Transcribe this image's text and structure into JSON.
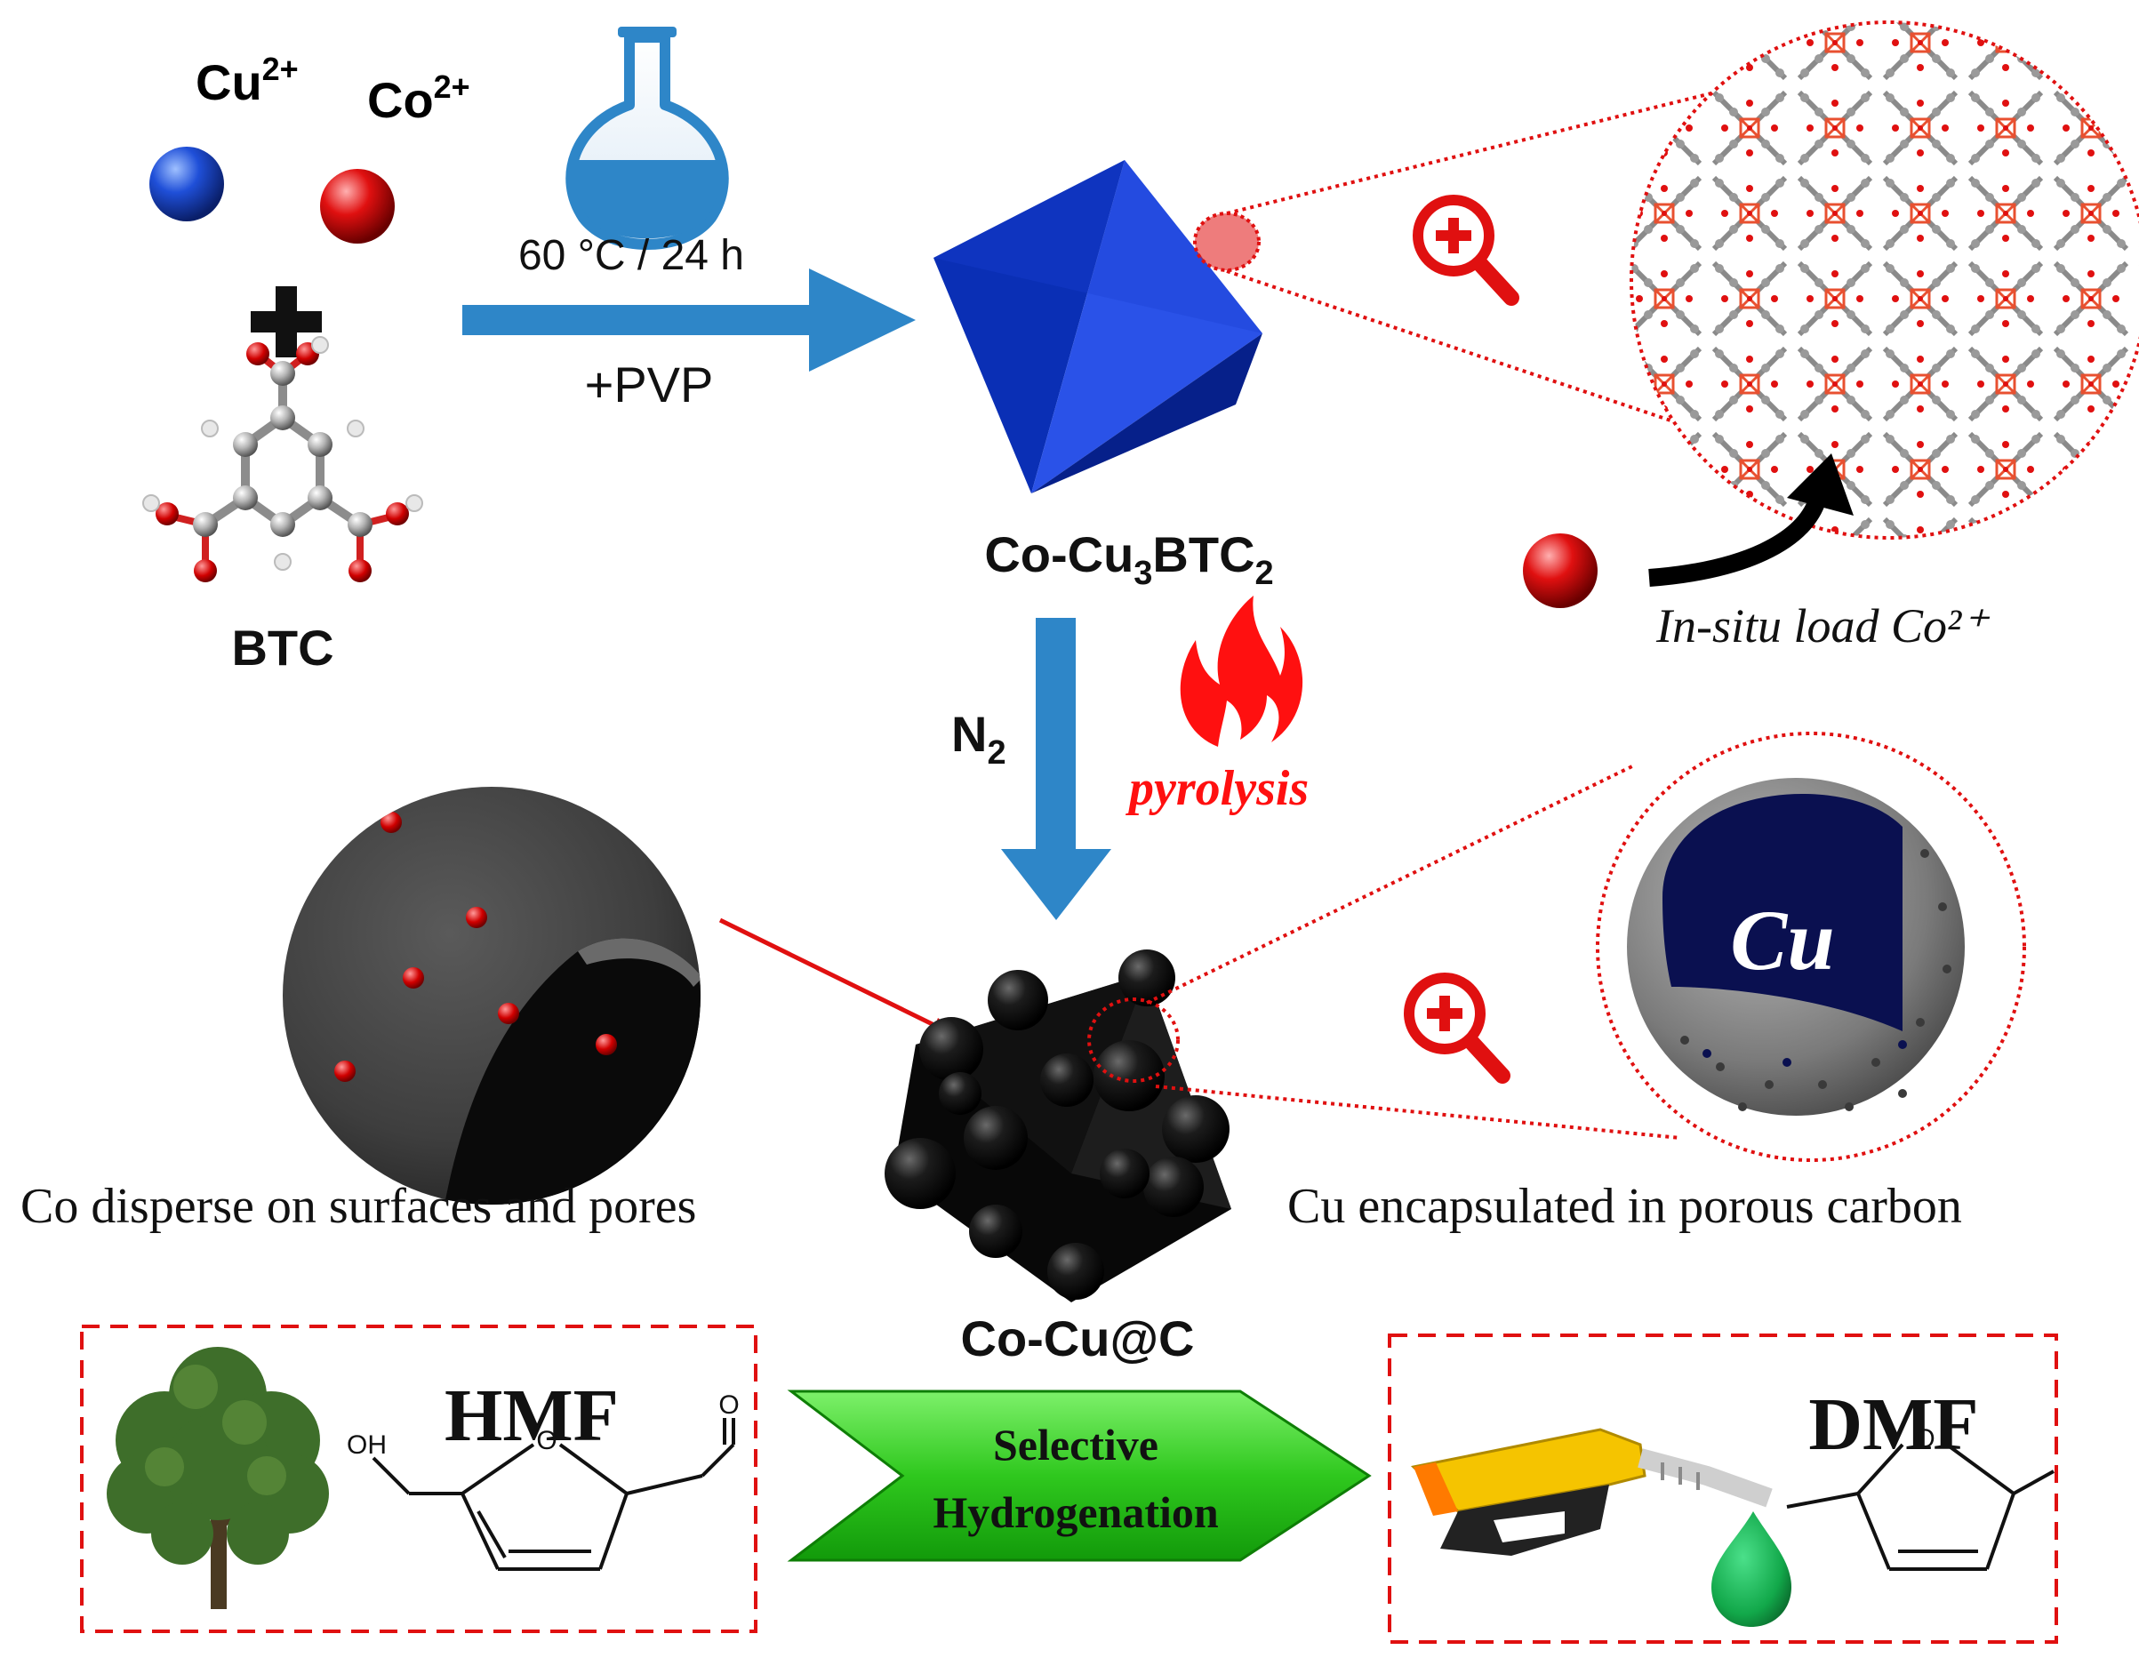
{
  "labels": {
    "cu_ion": "Cu²⁺",
    "co_ion": "Co²⁺",
    "linker": "BTC",
    "condition": "60 °C / 24 h",
    "additive": "+PVP",
    "mof_name": {
      "base": "Co-Cu",
      "sub1": "3",
      "mid": "BTC",
      "sub2": "2"
    },
    "atmosphere": {
      "base": "N",
      "sub": "2"
    },
    "treatment": "pyrolysis",
    "in_situ": "In-situ load Co²⁺",
    "product": "Co-Cu@C",
    "co_caption": "Co disperse on surfaces and pores",
    "cu_caption": "Cu encapsulated in porous carbon",
    "cu_core": "Cu",
    "reactant": "HMF",
    "product_fuel": "DMF",
    "reaction_line1": "Selective",
    "reaction_line2": "Hydrogenation",
    "oh_group": "OH",
    "o_atom_hmf": "O",
    "o_atom_ring": "O",
    "o_atom_dmf": "O"
  },
  "colors": {
    "cu_ion": "#1f4fd8",
    "co_ion": "#e01010",
    "arrow_blue": "#2e86c8",
    "octahedron": "#0a2fb5",
    "annotation_red": "#e01010",
    "reaction_arrow": "#2fc81e",
    "cu_core": "#0a1050",
    "carbon_shell": "#7a7a7a",
    "fuel_drop": "#12a84a"
  },
  "icons": [
    "flask-icon",
    "magnifier-plus-icon",
    "flame-icon",
    "tree-icon",
    "fuel-nozzle-icon"
  ]
}
